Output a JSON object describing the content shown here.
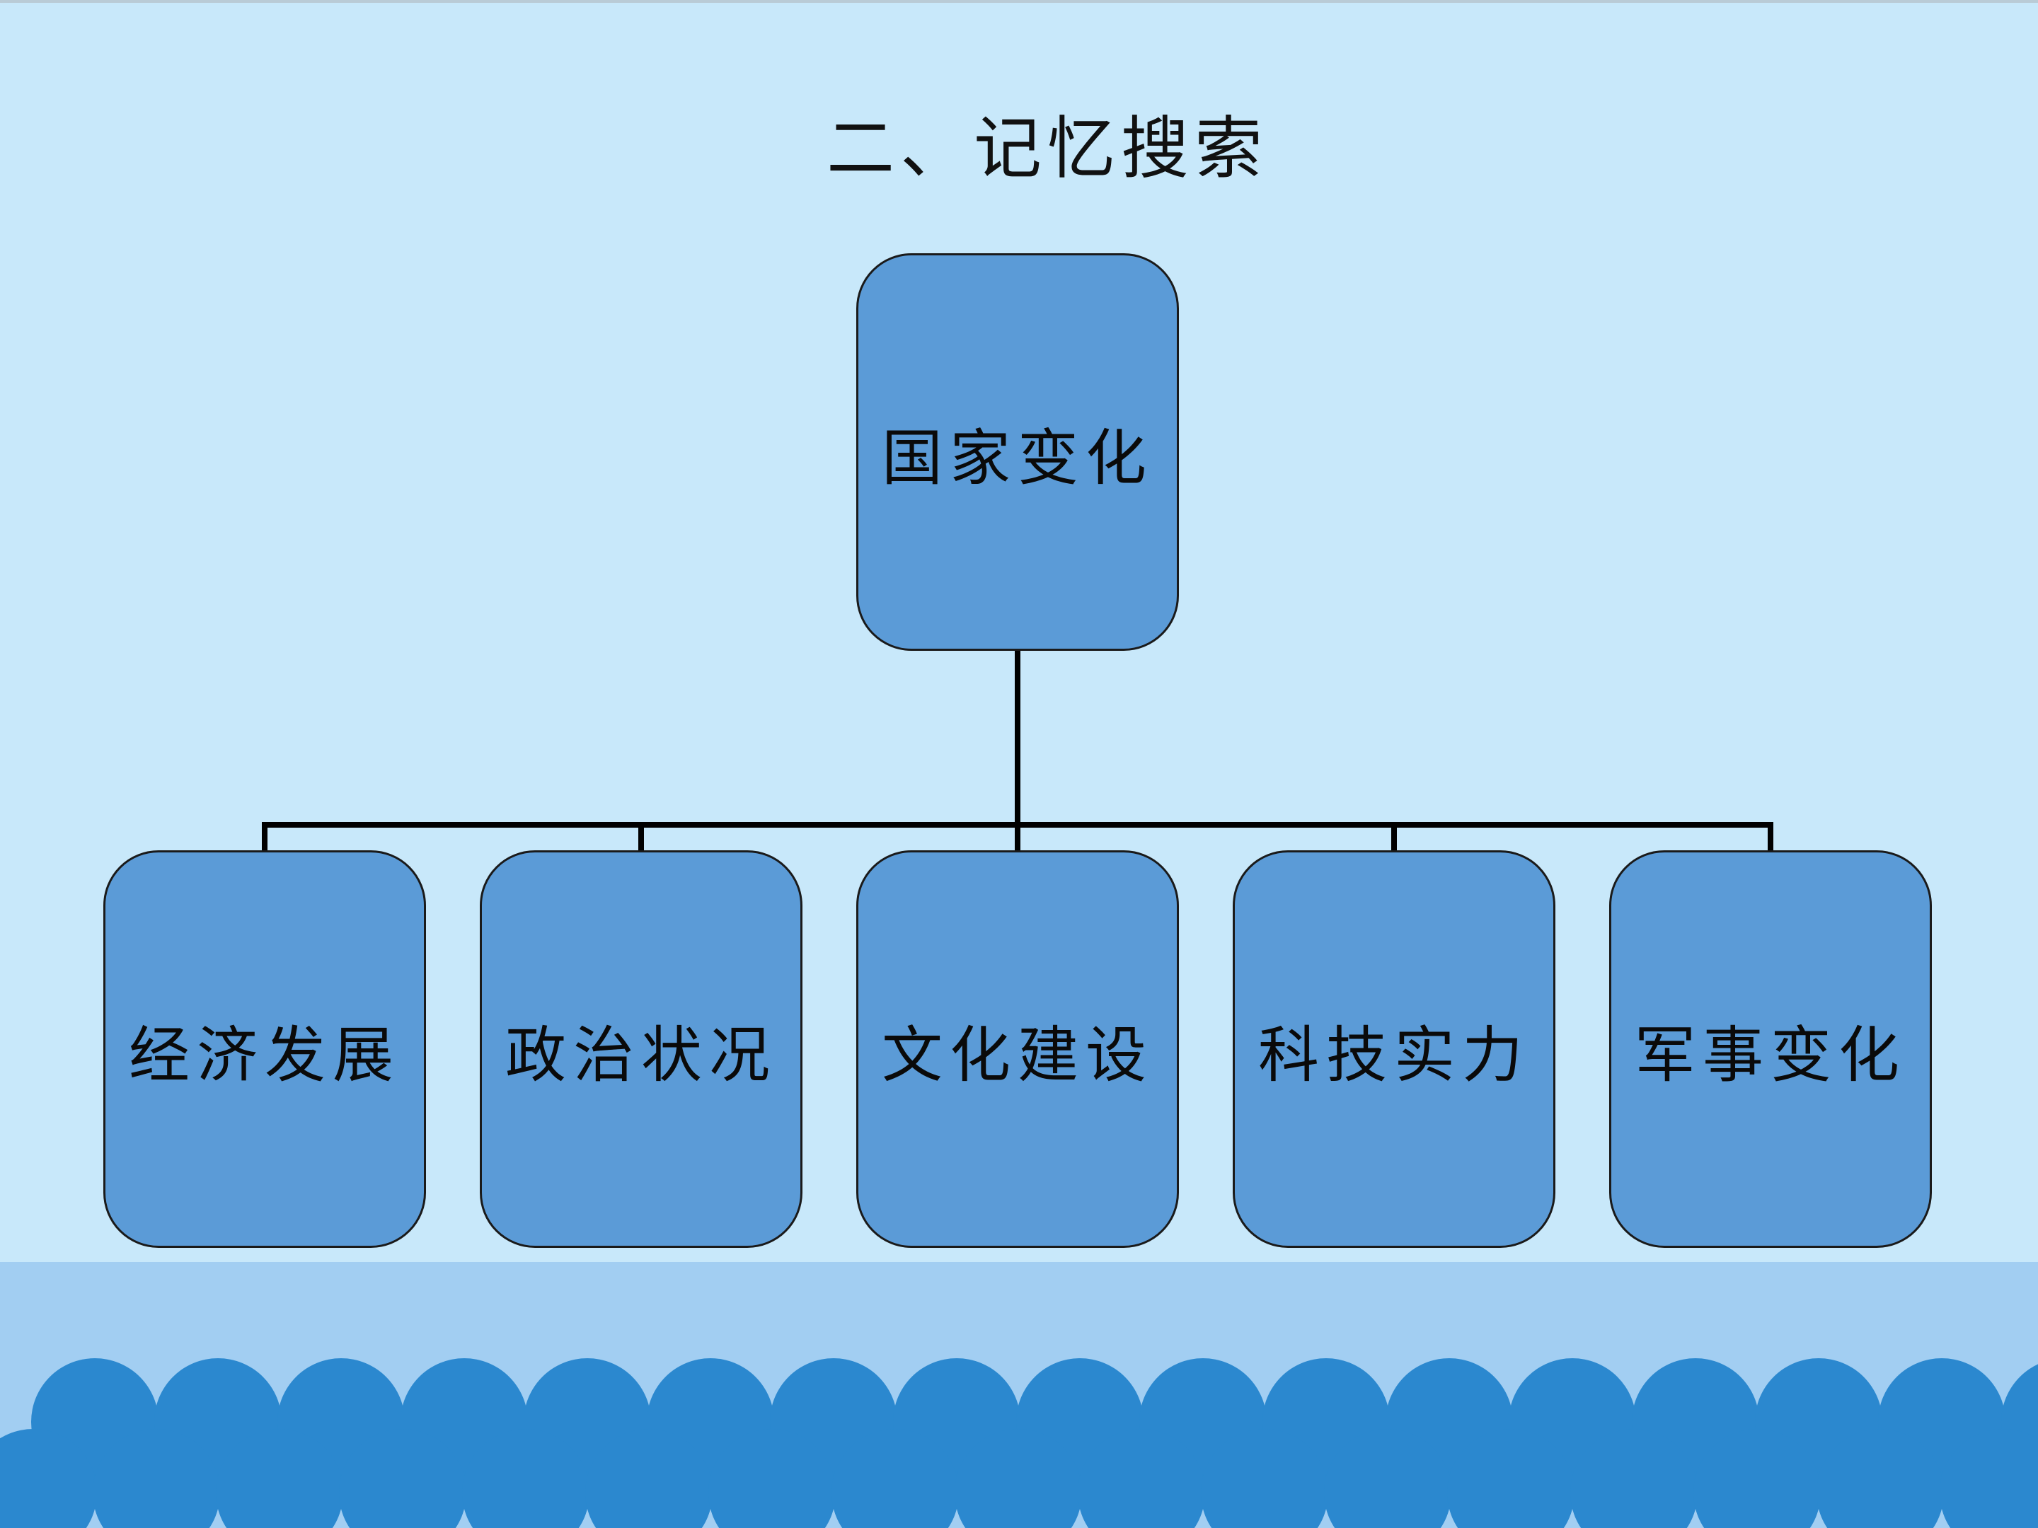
{
  "slide": {
    "title": "二、记忆搜索"
  },
  "diagram": {
    "root": {
      "label": "国家变化"
    },
    "children": [
      {
        "label": "经济发展"
      },
      {
        "label": "政治状况"
      },
      {
        "label": "文化建设"
      },
      {
        "label": "科技实力"
      },
      {
        "label": "军事变化"
      }
    ]
  },
  "colors": {
    "background": "#c8e8fa",
    "node_fill": "#5b9bd7",
    "node_border": "#1a1a1a",
    "connector": "#000000",
    "footer_band": "#a2cef2",
    "scallop": "#2b88cf"
  }
}
